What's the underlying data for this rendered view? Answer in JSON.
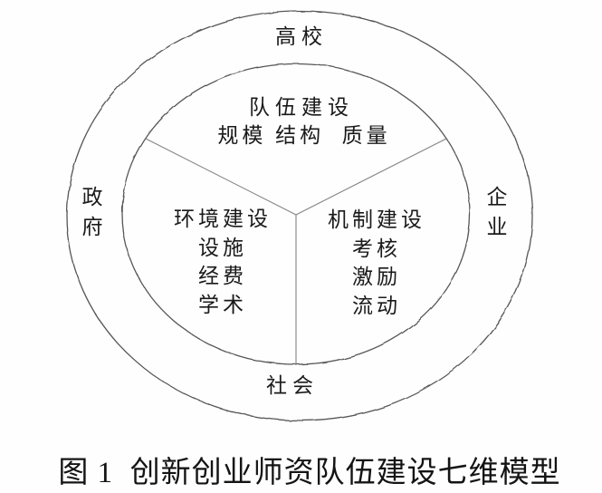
{
  "figure": {
    "caption": "图 1  创新创业师资队伍建设七维模型"
  },
  "diagram": {
    "ring_labels": {
      "top": "高校",
      "left": "政府",
      "right": "企业",
      "bottom": "社会"
    },
    "sectors": {
      "top": {
        "title": "队伍建设",
        "detail": "规模 结构  质量"
      },
      "left": {
        "title": "环境建设",
        "items": [
          "设施",
          "经费",
          "学术"
        ]
      },
      "right": {
        "title": "机制建设",
        "items": [
          "考核",
          "激励",
          "流动"
        ]
      }
    }
  },
  "colors": {
    "ring_line": "#565656",
    "divider_line": "#848484",
    "text": "#1a1a1a",
    "background": "#fefefe"
  }
}
